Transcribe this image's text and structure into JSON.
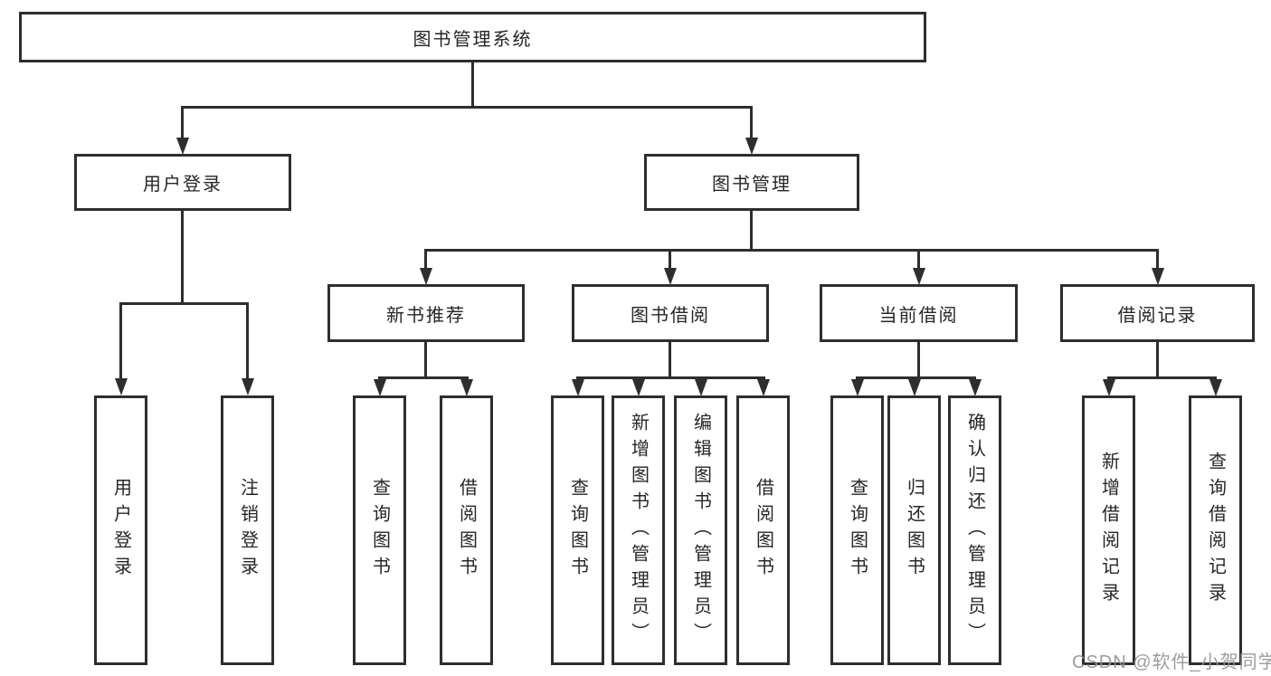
{
  "tree": {
    "root": {
      "label": "图书管理系统",
      "children": [
        {
          "label": "用户登录",
          "children": [
            {
              "label": "用户登录"
            },
            {
              "label": "注销登录"
            }
          ]
        },
        {
          "label": "图书管理",
          "children": [
            {
              "label": "新书推荐",
              "children": [
                {
                  "label": "查询图书"
                },
                {
                  "label": "借阅图书"
                }
              ]
            },
            {
              "label": "图书借阅",
              "children": [
                {
                  "label": "查询图书"
                },
                {
                  "label": "新增图书（管理员）"
                },
                {
                  "label": "编辑图书（管理员）"
                },
                {
                  "label": "借阅图书"
                }
              ]
            },
            {
              "label": "当前借阅",
              "children": [
                {
                  "label": "查询图书"
                },
                {
                  "label": "归还图书"
                },
                {
                  "label": "确认归还（管理员）"
                }
              ]
            },
            {
              "label": "借阅记录",
              "children": [
                {
                  "label": "新增借阅记录"
                },
                {
                  "label": "查询借阅记录"
                }
              ]
            }
          ]
        }
      ]
    }
  },
  "watermark": "CSDN @软件_小贺同学",
  "colors": {
    "line": "#2e2e2e",
    "text": "#262626",
    "watermark": "#949494"
  }
}
